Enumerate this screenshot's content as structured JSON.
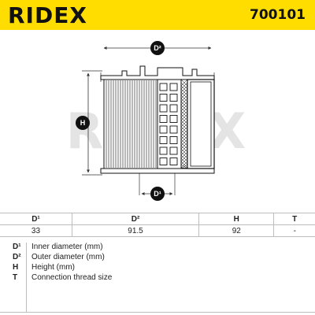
{
  "header": {
    "brand": "RIDEX",
    "part_number": "700101",
    "background_color": "#ffdd00"
  },
  "drawing": {
    "watermark": "RIDEX",
    "labels": {
      "d1": "D¹",
      "d2": "D²",
      "h": "H"
    }
  },
  "table": {
    "headers": [
      "D¹",
      "D²",
      "H",
      "T"
    ],
    "values": [
      "33",
      "91.5",
      "92",
      "-"
    ]
  },
  "legend": {
    "items": [
      {
        "symbol": "D¹",
        "description": "Inner diameter (mm)"
      },
      {
        "symbol": "D²",
        "description": "Outer diameter (mm)"
      },
      {
        "symbol": "H",
        "description": "Height (mm)"
      },
      {
        "symbol": "T",
        "description": "Connection thread size"
      }
    ]
  }
}
